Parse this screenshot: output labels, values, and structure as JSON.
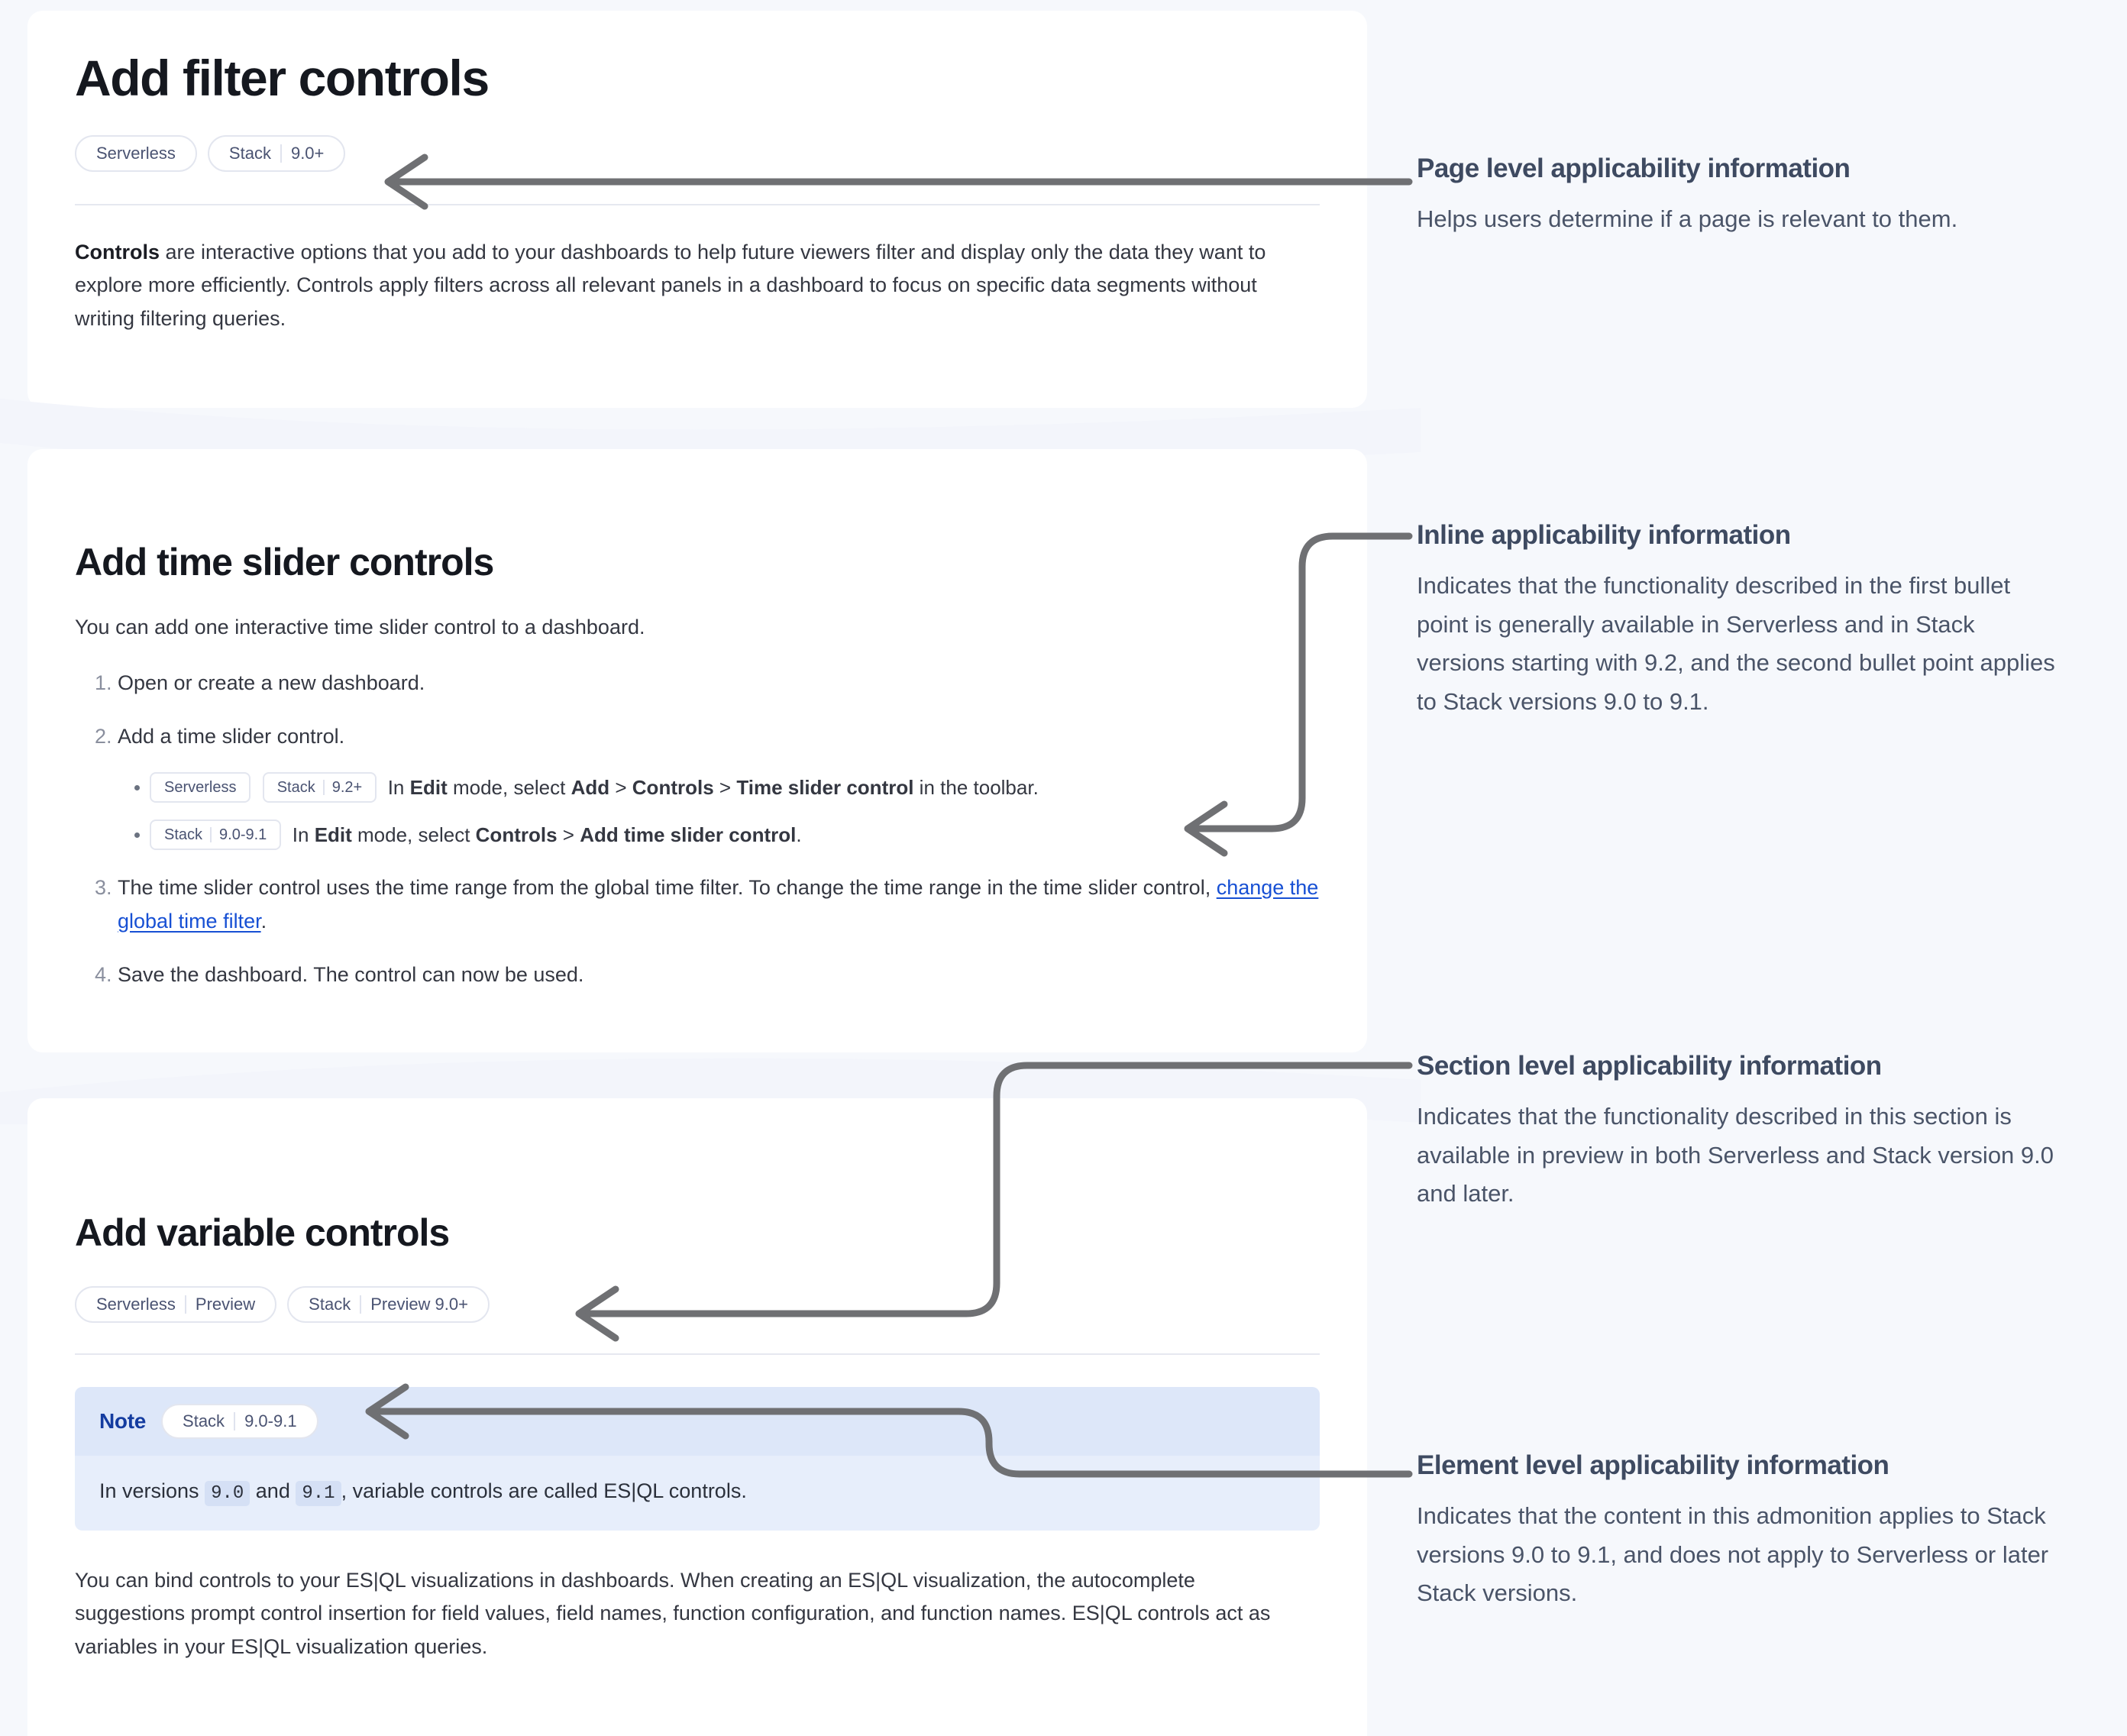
{
  "page": {
    "title": "Add filter controls",
    "intro": {
      "lead": "Controls",
      "rest": " are interactive options that you add to your dashboards to help future viewers filter and display only the data they want to explore more efficiently. Controls apply filters across all relevant panels in a dashboard to focus on specific data segments without writing filtering queries."
    },
    "badges": [
      {
        "segments": [
          "Serverless"
        ]
      },
      {
        "segments": [
          "Stack",
          "9.0+"
        ]
      }
    ]
  },
  "section_time_slider": {
    "heading": "Add time slider controls",
    "intro": "You can add one interactive time slider control to a dashboard.",
    "steps": [
      {
        "text": "Open or create a new dashboard."
      },
      {
        "text": "Add a time slider control."
      },
      {
        "text": "The time slider control uses the time range from the global time filter. To change the time range in the time slider control, ",
        "link": "change the global time filter",
        "text_after": "."
      },
      {
        "text": "Save the dashboard. The control can now be used."
      }
    ],
    "bullets": [
      {
        "badges": [
          {
            "segments": [
              "Serverless"
            ]
          },
          {
            "segments": [
              "Stack",
              "9.2+"
            ]
          }
        ],
        "prefix": "In ",
        "bold_1": "Edit",
        "mid_1": " mode, select ",
        "bold_2": "Add",
        "sep_1": " > ",
        "bold_3": "Controls",
        "sep_2": " > ",
        "bold_4": "Time slider control",
        "suffix": " in the toolbar."
      },
      {
        "badges": [
          {
            "segments": [
              "Stack",
              "9.0-9.1"
            ]
          }
        ],
        "prefix": "In ",
        "bold_1": "Edit",
        "mid_1": " mode, select ",
        "bold_2": "Controls",
        "sep_1": " > ",
        "bold_3": "Add time slider control",
        "suffix": "."
      }
    ]
  },
  "section_variable": {
    "heading": "Add variable controls",
    "badges": [
      {
        "segments": [
          "Serverless",
          "Preview"
        ]
      },
      {
        "segments": [
          "Stack",
          "Preview 9.0+"
        ]
      }
    ],
    "note": {
      "title": "Note",
      "badge": {
        "segments": [
          "Stack",
          "9.0-9.1"
        ]
      },
      "body_before": "In versions ",
      "code_1": "9.0",
      "body_mid": " and ",
      "code_2": "9.1",
      "body_after": ", variable controls are called ES|QL controls."
    },
    "paragraph": "You can bind controls to your ES|QL visualizations in dashboards. When creating an ES|QL visualization, the autocomplete suggestions prompt control insertion for field values, field names, function configuration, and function names. ES|QL controls act as variables in your ES|QL visualization queries."
  },
  "annotations": [
    {
      "id": "page-level",
      "title": "Page level applicability information",
      "body": "Helps users determine if a page is relevant to them."
    },
    {
      "id": "inline",
      "title": "Inline applicability information",
      "body": "Indicates that the functionality described in the first bullet point is generally available in Serverless and in Stack versions starting with 9.2, and the second bullet point applies to Stack versions 9.0 to 9.1."
    },
    {
      "id": "section-level",
      "title": "Section level applicability information",
      "body": "Indicates that the functionality described in this section is available in preview in both Serverless and Stack version 9.0 and later."
    },
    {
      "id": "element-level",
      "title": "Element level applicability information",
      "body": "Indicates that the content in this admonition applies to Stack versions 9.0 to 9.1, and does not apply to Serverless or later Stack versions."
    }
  ],
  "colors": {
    "page_background": "#f6f8fc",
    "card_background": "#ffffff",
    "badge_border": "#e3e6ef",
    "badge_text": "#4a5372",
    "link": "#1750d4",
    "note_header": "#dde7f9",
    "note_body": "#e7eefb",
    "note_title": "#143ca0",
    "arrow": "#6f7073",
    "annotation_title": "#3e4a61",
    "annotation_body": "#4a5468"
  }
}
